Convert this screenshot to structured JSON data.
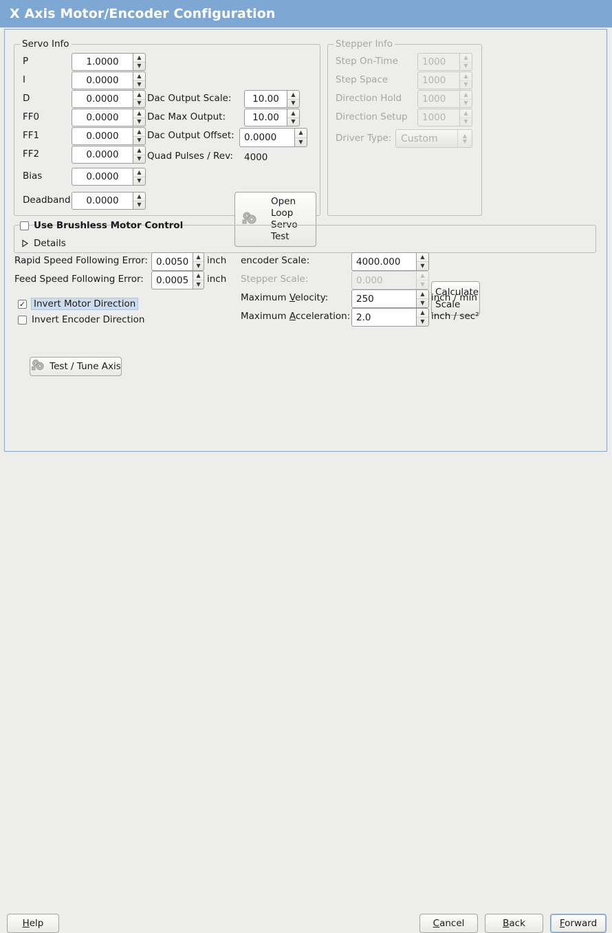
{
  "window": {
    "title": "X Axis Motor/Encoder Configuration"
  },
  "servo": {
    "legend": "Servo Info",
    "rows": [
      {
        "label": "P",
        "value": "1.0000"
      },
      {
        "label": "I",
        "value": "0.0000"
      },
      {
        "label": "D",
        "value": "0.0000"
      },
      {
        "label": "FF0",
        "value": "0.0000"
      },
      {
        "label": "FF1",
        "value": "0.0000"
      },
      {
        "label": "FF2",
        "value": "0.0000"
      },
      {
        "label": "Bias",
        "value": "0.0000"
      },
      {
        "label": "Deadband",
        "value": "0.0000"
      }
    ],
    "dac_output_scale_label": "Dac Output Scale:",
    "dac_output_scale_value": "10.00",
    "dac_max_output_label": "Dac Max Output:",
    "dac_max_output_value": "10.00",
    "dac_output_offset_label": "Dac Output Offset:",
    "dac_output_offset_value": "0.0000",
    "quad_pulses_label": "Quad Pulses / Rev:",
    "quad_pulses_value": "4000",
    "open_loop_button": "Open\nLoop\nServo\nTest"
  },
  "stepper": {
    "legend": "Stepper Info",
    "rows": [
      {
        "label": "Step On-Time",
        "value": "1000"
      },
      {
        "label": "Step Space",
        "value": "1000"
      },
      {
        "label": "Direction Hold",
        "value": "1000"
      },
      {
        "label": "Direction Setup",
        "value": "1000"
      }
    ],
    "driver_type_label": "Driver Type:",
    "driver_type_value": "Custom"
  },
  "brushless": {
    "checkbox_label": "Use Brushless Motor Control",
    "checked": false,
    "details_label": "Details",
    "details_expanded": false
  },
  "tuning": {
    "rapid_label": "Rapid Speed Following Error:",
    "rapid_value": "0.0050",
    "rapid_unit": "inch",
    "feed_label": "Feed Speed Following Error:",
    "feed_value": "0.0005",
    "feed_unit": "inch",
    "invert_motor_label": "Invert Motor Direction",
    "invert_motor_checked": true,
    "invert_encoder_label": "Invert Encoder Direction",
    "invert_encoder_checked": false,
    "test_tune_button": "Test / Tune Axis"
  },
  "scales": {
    "encoder_scale_label": "encoder Scale:",
    "encoder_scale_value": "4000.000",
    "stepper_scale_label": "Stepper Scale:",
    "stepper_scale_value": "0.000",
    "calculate_scale_button": "Calculate\nScale",
    "max_velocity_label": "Maximum Velocity:",
    "max_velocity_value": "250",
    "max_velocity_unit": "inch / min",
    "max_accel_label": "Maximum Acceleration:",
    "max_accel_value": "2.0",
    "max_accel_unit": "inch / sec²"
  },
  "footer": {
    "help": "Help",
    "cancel": "Cancel",
    "back": "Back",
    "forward": "Forward"
  },
  "colors": {
    "titlebar": "#7fa7d4",
    "panel_border": "#8ba7c7",
    "background": "#ededeb",
    "selection": "#cfdcee"
  }
}
